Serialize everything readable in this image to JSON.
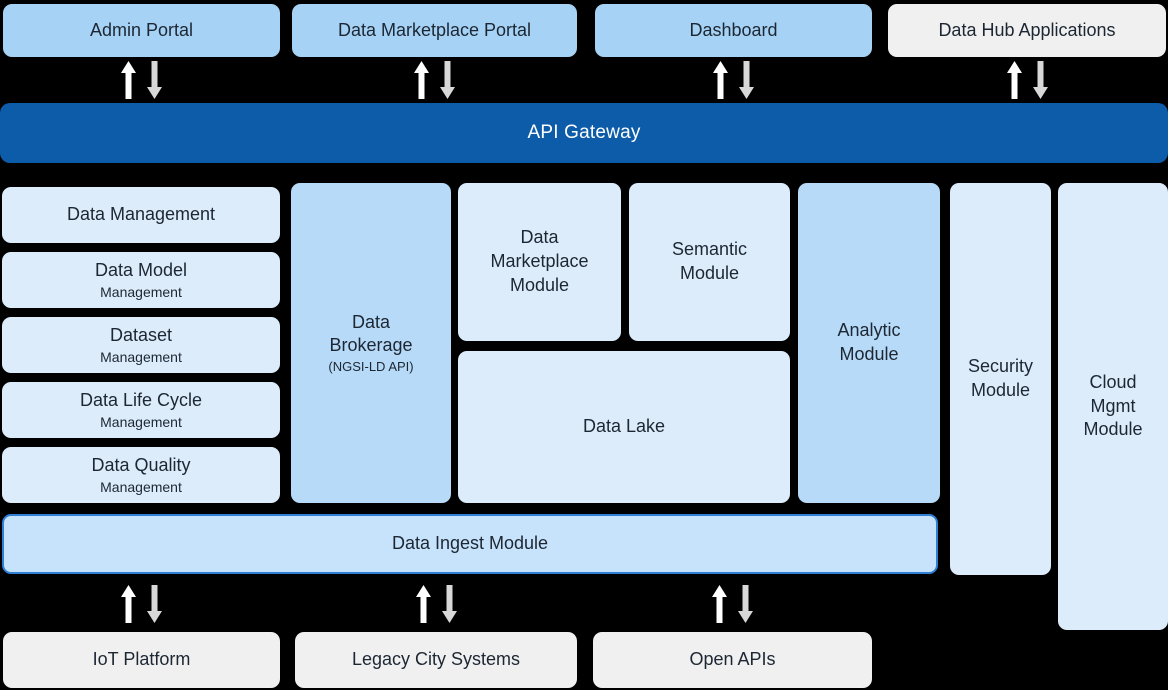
{
  "top_apps": [
    {
      "label": "Admin Portal"
    },
    {
      "label": "Data Marketplace Portal"
    },
    {
      "label": "Dashboard"
    },
    {
      "label": "Data Hub Applications"
    }
  ],
  "api_gateway": {
    "label": "API Gateway"
  },
  "left_stack": [
    {
      "title": "Data Management",
      "subtitle": ""
    },
    {
      "title": "Data Model",
      "subtitle": "Management"
    },
    {
      "title": "Dataset",
      "subtitle": "Management"
    },
    {
      "title": "Data Life Cycle",
      "subtitle": "Management"
    },
    {
      "title": "Data Quality",
      "subtitle": "Management"
    }
  ],
  "data_brokerage": {
    "title": "Data\nBrokerage",
    "subtitle": "(NGSI-LD API)"
  },
  "modules": {
    "data_marketplace": {
      "label": "Data\nMarketplace\nModule"
    },
    "semantic": {
      "label": "Semantic\nModule"
    },
    "data_lake": {
      "label": "Data Lake"
    },
    "analytic": {
      "label": "Analytic\nModule"
    },
    "data_ingest": {
      "label": "Data Ingest Module"
    },
    "security": {
      "label": "Security\nModule"
    },
    "cloud_mgmt": {
      "label": "Cloud\nMgmt\nModule"
    }
  },
  "bottom_systems": [
    {
      "label": "IoT Platform"
    },
    {
      "label": "Legacy City Systems"
    },
    {
      "label": "Open APIs"
    }
  ],
  "colors": {
    "background": "#000000",
    "portal_blue": "#a6d3f5",
    "gateway_blue": "#0d5ca9",
    "module_light_blue": "#dcecfb",
    "module_medium_blue": "#b6daf7",
    "ingest_fill": "#c7e3fb",
    "ingest_border": "#2f80d4",
    "neutral_gray": "#f0f0f0",
    "arrow_up": "#ffffff",
    "arrow_down": "#d8d8d8",
    "text_dark": "#1d2733"
  }
}
